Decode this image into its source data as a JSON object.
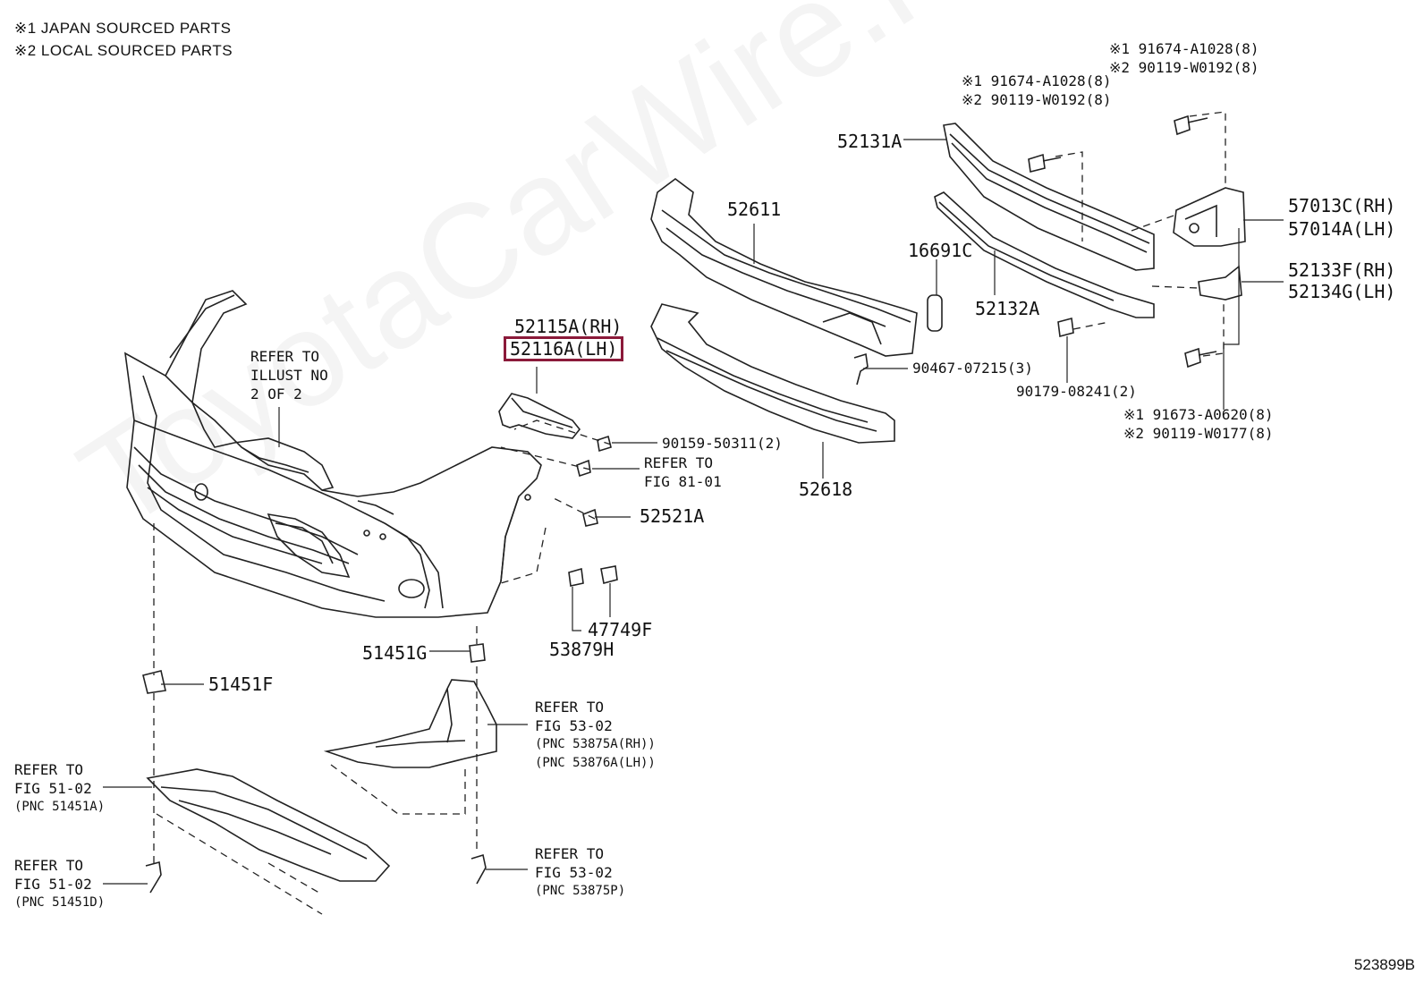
{
  "legend": [
    "※1  JAPAN SOURCED PARTS",
    "※2  LOCAL SOURCED PARTS"
  ],
  "watermark": "ToyotaCarWire.ru",
  "diagram_number": "523899B",
  "highlight_color": "#8b1a3a",
  "labels": {
    "p52131A": "52131A",
    "p52611": "52611",
    "p16691C": "16691C",
    "p52132A": "52132A",
    "p57013C": "57013C(RH)",
    "p57014A": "57014A(LH)",
    "p52133F": "52133F(RH)",
    "p52134G": "52134G(LH)",
    "p52115A": "52115A(RH)",
    "p52116A": "52116A(LH)",
    "p90467": "90467-07215(3)",
    "p90179": "90179-08241(2)",
    "p90159": "90159-50311(2)",
    "p52618": "52618",
    "p52521A": "52521A",
    "p47749F": "47749F",
    "p53879H": "53879H",
    "p51451G": "51451G",
    "p51451F": "51451F"
  },
  "notes": {
    "bolt_top_right": [
      "※1 91674-A1028(8)",
      "※2 90119-W0192(8)"
    ],
    "bolt_top_mid": [
      "※1 91674-A1028(8)",
      "※2 90119-W0192(8)"
    ],
    "bolt_bottom_right": [
      "※1 91673-A0620(8)",
      "※2 90119-W0177(8)"
    ],
    "illust": [
      "REFER TO",
      "ILLUST NO",
      "2 OF 2"
    ],
    "fig81": [
      "REFER TO",
      "FIG 81-01"
    ],
    "fig53_rh_lh": [
      "REFER TO",
      "FIG 53-02",
      "(PNC 53875A(RH))",
      "(PNC 53876A(LH))"
    ],
    "fig51_a": [
      "REFER TO",
      "FIG 51-02",
      "(PNC 51451A)"
    ],
    "fig51_d": [
      "REFER TO",
      "FIG 51-02",
      "(PNC 51451D)"
    ],
    "fig53_p": [
      "REFER TO",
      "FIG 53-02",
      "(PNC 53875P)"
    ]
  }
}
